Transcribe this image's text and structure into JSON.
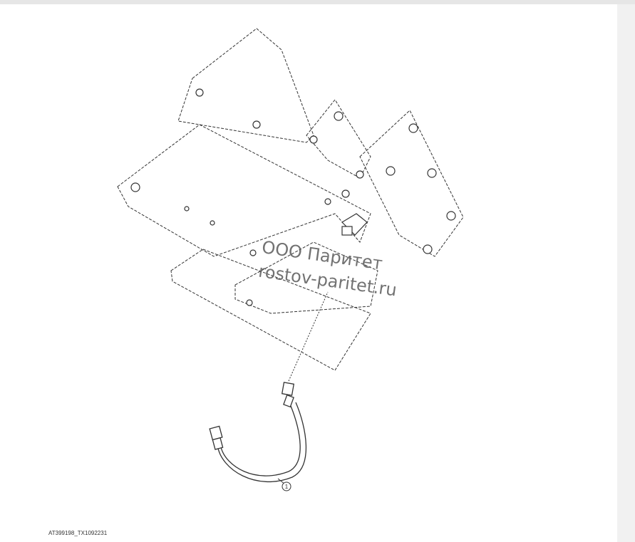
{
  "diagram": {
    "callout_label": "1",
    "figure_id": "AT399198_TX1092231",
    "watermark": {
      "line1": "ООО Паритет",
      "line2": "rostov-paritet.ru"
    },
    "colors": {
      "line": "#333333",
      "background": "#ffffff",
      "frame_bar": "#e6e6e6"
    }
  }
}
